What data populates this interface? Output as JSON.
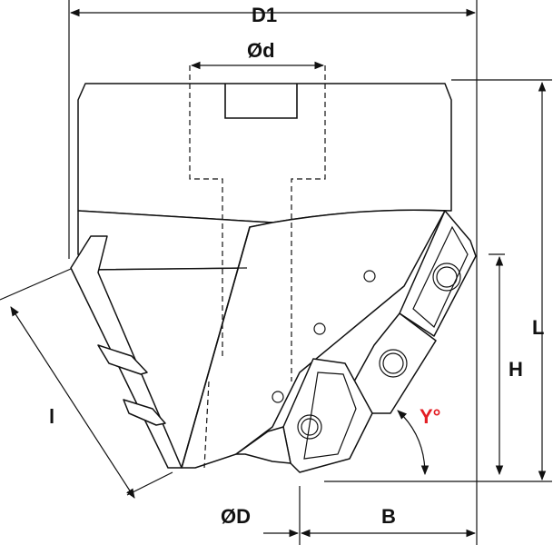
{
  "labels": {
    "D1": "D1",
    "d": "Ød",
    "L": "L",
    "H": "H",
    "l": "l",
    "angle": "Y°",
    "D": "ØD",
    "B": "B"
  },
  "colors": {
    "angle_label": "#e31e24",
    "line": "#111111"
  }
}
